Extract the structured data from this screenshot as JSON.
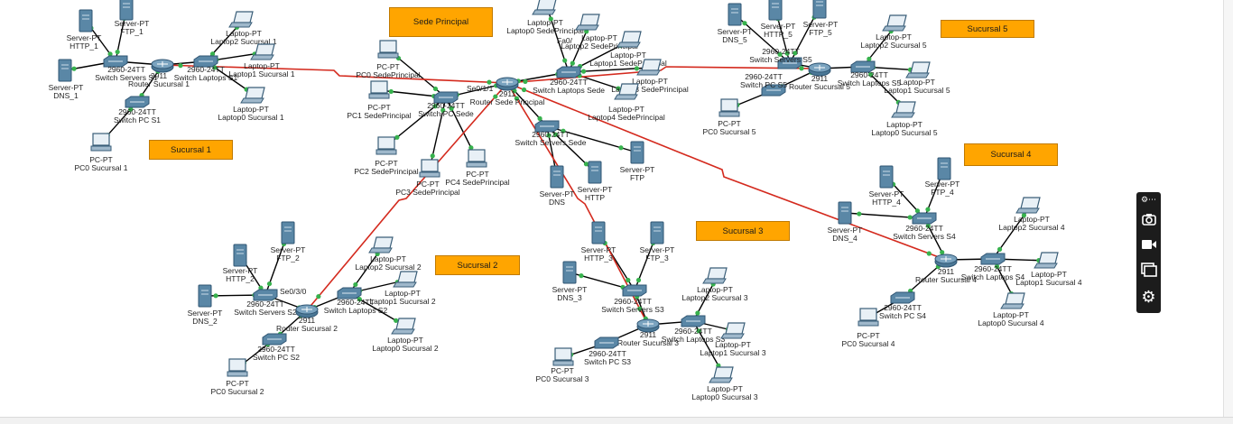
{
  "site_labels": {
    "sede": "Sede Principal",
    "s1": "Sucursal 1",
    "s2": "Sucursal 2",
    "s3": "Sucursal 3",
    "s4": "Sucursal 4",
    "s5": "Sucursal 5"
  },
  "colors": {
    "copper_link": "#000000",
    "serial_link": "#d42a1e",
    "link_up_dot": "#37b24d",
    "site_label_bg": "#ffa500",
    "device_body": "#5a87a6"
  },
  "devices": {
    "s1_http": [
      "Server-PT",
      "HTTP_1"
    ],
    "s1_ftp": [
      "Server-PT",
      "FTP_1"
    ],
    "s1_dns": [
      "Server-PT",
      "DNS_1"
    ],
    "s1_swsrv": [
      "2960-24TT",
      "Switch Servers S1"
    ],
    "s1_router": [
      "2911",
      "Router Sucursal 1"
    ],
    "s1_swlap": [
      "2960-24TT",
      "Switch Laptops S1"
    ],
    "s1_swpc": [
      "2960-24TT",
      "Switch PC S1"
    ],
    "s1_lap2": [
      "Laptop-PT",
      "Laptop2 Sucursal 1"
    ],
    "s1_lap1": [
      "Laptop-PT",
      "Laptop1 Sucursal 1"
    ],
    "s1_lap0": [
      "Laptop-PT",
      "Laptop0 Sucursal 1"
    ],
    "s1_pc0": [
      "PC-PT",
      "PC0 Sucursal 1"
    ],
    "sp_pc0": [
      "PC-PT",
      "PC0 SedePrincipal"
    ],
    "sp_pc1": [
      "PC-PT",
      "PC1 SedePrincipal"
    ],
    "sp_pc2": [
      "PC-PT",
      "PC2 SedePrincipal"
    ],
    "sp_pc3": [
      "PC-PT",
      "PC3 SedePrincipal"
    ],
    "sp_pc4": [
      "PC-PT",
      "PC4 SedePrincipal"
    ],
    "sp_swpc": [
      "2960-24TT",
      "Switch PC Sede"
    ],
    "sp_router": [
      "2911",
      "Router Sede Principal"
    ],
    "sp_swlap": [
      "2960-24TT",
      "Switch Laptops Sede"
    ],
    "sp_swsrv": [
      "2960-24TT",
      "Switch Servers Sede"
    ],
    "sp_dns": [
      "Server-PT",
      "DNS"
    ],
    "sp_http": [
      "Server-PT",
      "HTTP"
    ],
    "sp_ftp": [
      "Server-PT",
      "FTP"
    ],
    "sp_lap0": [
      "Laptop-PT",
      "Laptop0 SedePrincipal"
    ],
    "sp_lap2": [
      "Laptop-PT",
      "Laptop2 SedePrincipal"
    ],
    "sp_lap1": [
      "Laptop-PT",
      "Laptop1 SedePrincipal"
    ],
    "sp_lap3": [
      "Laptop-PT",
      "Laptop3 SedePrincipal"
    ],
    "sp_lap4": [
      "Laptop-PT",
      "Laptop4 SedePrincipal"
    ],
    "s5_dns": [
      "Server-PT",
      "DNS_5"
    ],
    "s5_http": [
      "Server-PT",
      "HTTP_5"
    ],
    "s5_ftp": [
      "Server-PT",
      "FTP_5"
    ],
    "s5_swsrv": [
      "2960-24TT",
      "Switch Servers S5"
    ],
    "s5_router": [
      "2911",
      "Router Sucursal 5"
    ],
    "s5_swlap": [
      "2960-24TT",
      "Switch Laptops S5"
    ],
    "s5_swpc": [
      "2960-24TT",
      "Switch PC S5"
    ],
    "s5_pc0": [
      "PC-PT",
      "PC0 Sucursal 5"
    ],
    "s5_lap2": [
      "Laptop-PT",
      "Laptop2 Sucursal 5"
    ],
    "s5_lap1": [
      "Laptop-PT",
      "Laptop1 Sucursal 5"
    ],
    "s5_lap0": [
      "Laptop-PT",
      "Laptop0 Sucursal 5"
    ],
    "s4_http": [
      "Server-PT",
      "HTTP_4"
    ],
    "s4_ftp": [
      "Server-PT",
      "FTP_4"
    ],
    "s4_dns": [
      "Server-PT",
      "DNS_4"
    ],
    "s4_swsrv": [
      "2960-24TT",
      "Switch Servers S4"
    ],
    "s4_router": [
      "2911",
      "Router Sucursal 4"
    ],
    "s4_swlap": [
      "2960-24TT",
      "Switch Laptops S4"
    ],
    "s4_swpc": [
      "2960-24TT",
      "Switch PC S4"
    ],
    "s4_pc0": [
      "PC-PT",
      "PC0 Sucursal 4"
    ],
    "s4_lap2": [
      "Laptop-PT",
      "Laptop2 Sucursal 4"
    ],
    "s4_lap1": [
      "Laptop-PT",
      "Laptop1 Sucursal 4"
    ],
    "s4_lap0": [
      "Laptop-PT",
      "Laptop0 Sucursal 4"
    ],
    "s3_http": [
      "Server-PT",
      "HTTP_3"
    ],
    "s3_ftp": [
      "Server-PT",
      "FTP_3"
    ],
    "s3_dns": [
      "Server-PT",
      "DNS_3"
    ],
    "s3_swsrv": [
      "2960-24TT",
      "Switch Servers S3"
    ],
    "s3_router": [
      "2911",
      "Router Sucursal 3"
    ],
    "s3_swlap": [
      "2960-24TT",
      "Switch Laptops S3"
    ],
    "s3_swpc": [
      "2960-24TT",
      "Switch PC S3"
    ],
    "s3_pc0": [
      "PC-PT",
      "PC0 Sucursal 3"
    ],
    "s3_lap2": [
      "Laptop-PT",
      "Laptop2 Sucursal 3"
    ],
    "s3_lap1": [
      "Laptop-PT",
      "Laptop1 Sucursal 3"
    ],
    "s3_lap0": [
      "Laptop-PT",
      "Laptop0 Sucursal 3"
    ],
    "s2_http": [
      "Server-PT",
      "HTTP_2"
    ],
    "s2_ftp": [
      "Server-PT",
      "FTP_2"
    ],
    "s2_dns": [
      "Server-PT",
      "DNS_2"
    ],
    "s2_swsrv": [
      "2960-24TT",
      "Switch Servers S2"
    ],
    "s2_router": [
      "2911",
      "Router Sucursal 2"
    ],
    "s2_swlap": [
      "2960-24TT",
      "Switch Laptops S2"
    ],
    "s2_swpc": [
      "2960-24TT",
      "Switch PC S2"
    ],
    "s2_pc0": [
      "PC-PT",
      "PC0 Sucursal 2"
    ],
    "s2_lap2": [
      "Laptop-PT",
      "Laptop2 Sucursal 2"
    ],
    "s2_lap1": [
      "Laptop-PT",
      "Laptop1 Sucursal 2"
    ],
    "s2_lap0": [
      "Laptop-PT",
      "Laptop0 Sucursal 2"
    ]
  },
  "port_labels": {
    "sede_serial": "Se0/1/1",
    "sede_fa": "Fa0/",
    "s2_serial": "Se0/3/0"
  },
  "toolbar": {
    "more": "more-options-icon",
    "snapshot": "camera-icon",
    "record": "video-icon",
    "windows": "windows-icon",
    "settings": "gear-icon"
  }
}
